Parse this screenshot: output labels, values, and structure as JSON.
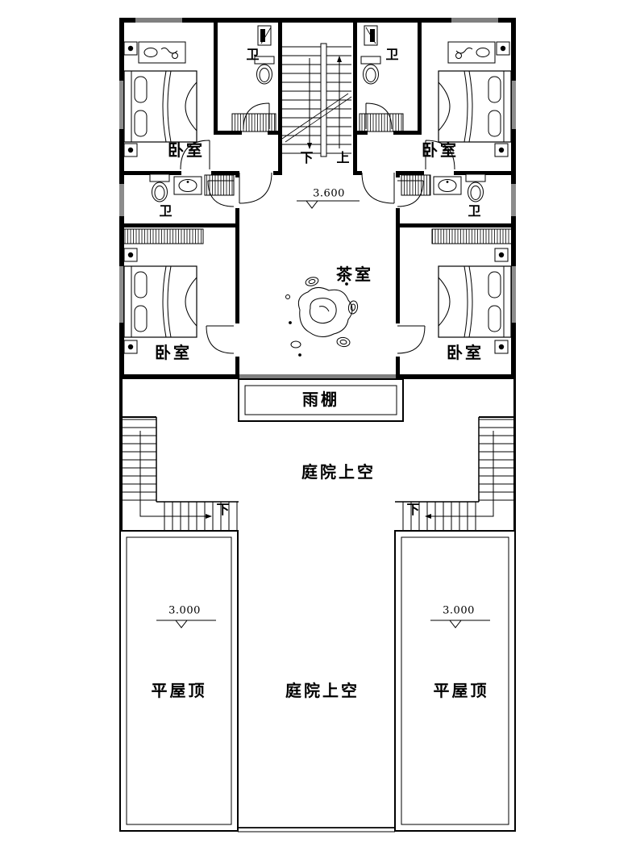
{
  "drawing": {
    "type": "floor-plan",
    "rooms": {
      "bedroom": "卧室",
      "bathroom": "卫",
      "tea_room": "茶室",
      "canopy": "雨棚",
      "courtyard_open": "庭院上空",
      "flat_roof": "平屋顶"
    },
    "stairs": {
      "down": "下",
      "up": "上"
    },
    "elevations": {
      "floor": "3.600",
      "roof": "3.000"
    },
    "colors": {
      "line": "#000000",
      "background": "#ffffff"
    }
  }
}
